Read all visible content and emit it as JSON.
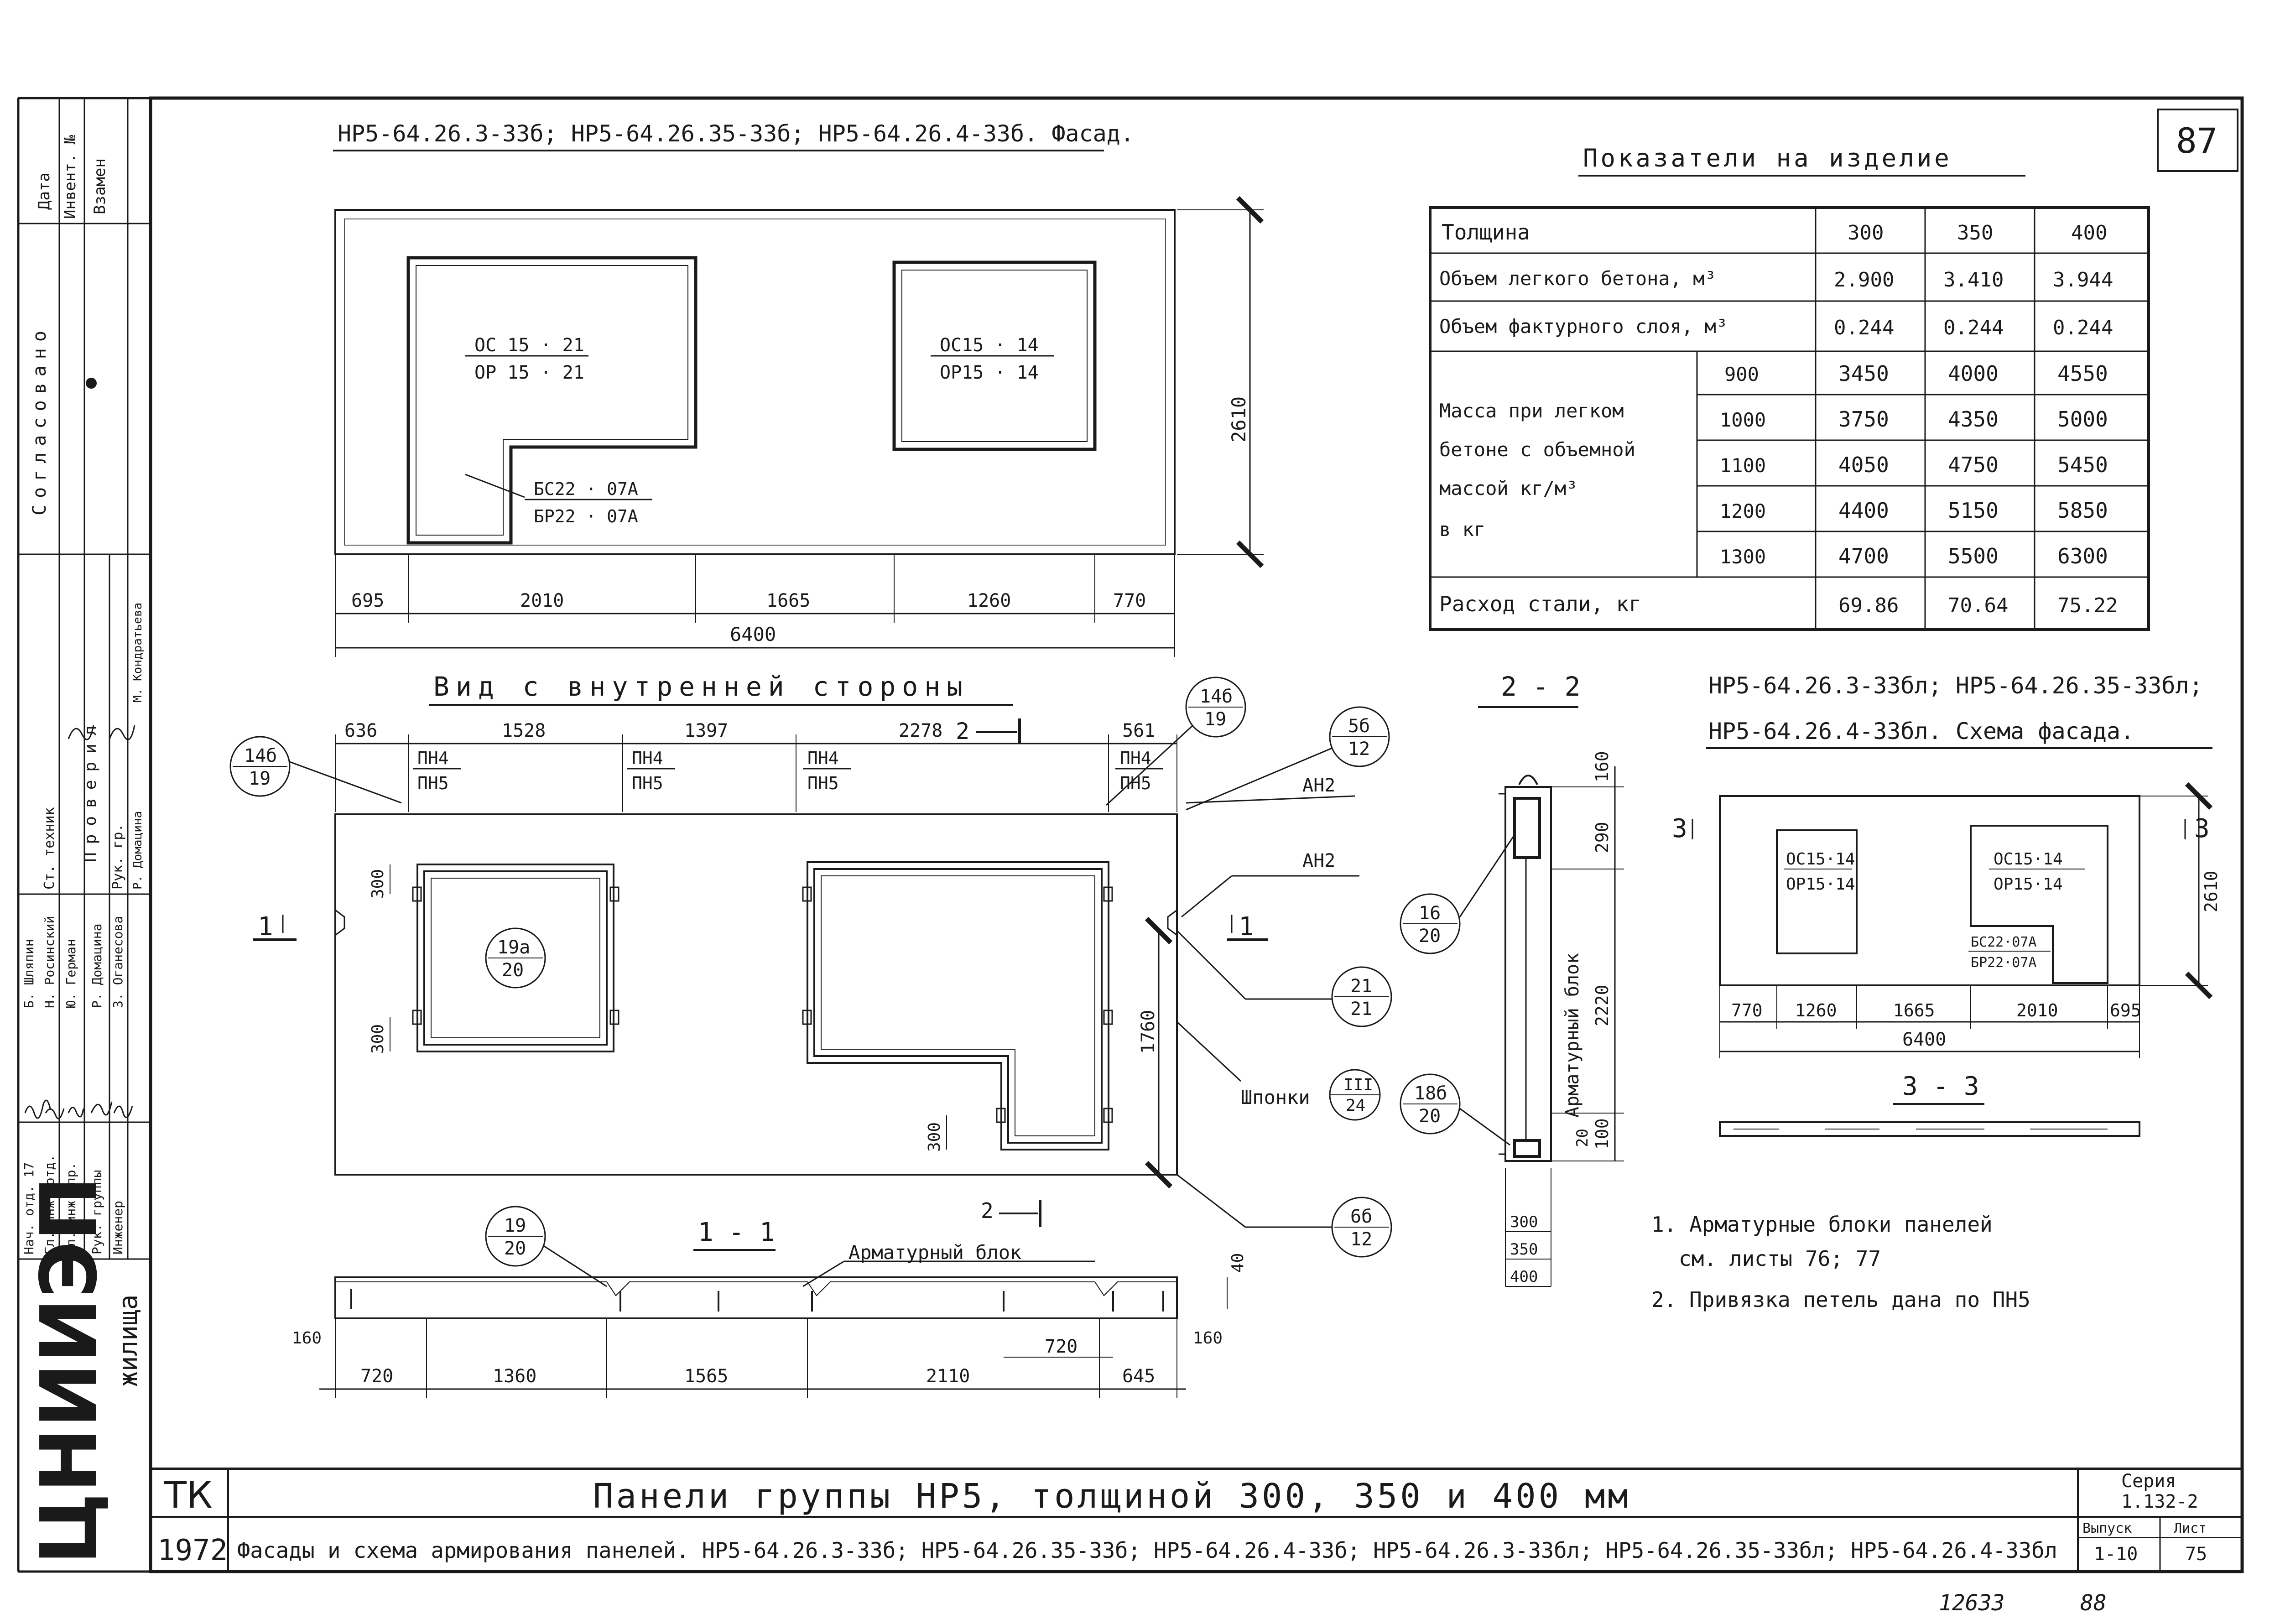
{
  "sheet_number": "87",
  "facade_title": "НР5-64.26.3-33б; НР5-64.26.35-33б; НР5-64.26.4-33б. Фасад.",
  "facade": {
    "window1": {
      "top": "ОС 15 · 21",
      "bottom": "ОР 15 · 21"
    },
    "window2": {
      "top": "ОС15 · 14",
      "bottom": "ОР15 · 14"
    },
    "door": {
      "top": "БС22 · 07А",
      "bottom": "БР22 · 07А"
    },
    "height": "2610",
    "dims": [
      "695",
      "2010",
      "1665",
      "1260",
      "770"
    ],
    "total": "6400"
  },
  "indicators": {
    "title": "Показатели на изделие",
    "headers": [
      "Толщина",
      "300",
      "350",
      "400"
    ],
    "light_concrete": {
      "label": "Объем легкого бетона, м³",
      "values": [
        "2.900",
        "3.410",
        "3.944"
      ]
    },
    "facing_layer": {
      "label": "Объем фактурного слоя, м³",
      "values": [
        "0.244",
        "0.244",
        "0.244"
      ]
    },
    "mass_label": [
      "Масса при легком",
      "бетоне с объемной",
      "массой кг/м³",
      "в кг"
    ],
    "mass_rows": [
      {
        "density": "900",
        "values": [
          "3450",
          "4000",
          "4550"
        ]
      },
      {
        "density": "1000",
        "values": [
          "3750",
          "4350",
          "5000"
        ]
      },
      {
        "density": "1100",
        "values": [
          "4050",
          "4750",
          "5450"
        ]
      },
      {
        "density": "1200",
        "values": [
          "4400",
          "5150",
          "5850"
        ]
      },
      {
        "density": "1300",
        "values": [
          "4700",
          "5500",
          "6300"
        ]
      }
    ],
    "steel": {
      "label": "Расход стали, кг",
      "values": [
        "69.86",
        "70.64",
        "75.22"
      ]
    }
  },
  "inner_view": {
    "title": "Вид с внутренней стороны",
    "top_dims": [
      "636",
      "1528",
      "1397",
      "2278",
      "561"
    ],
    "loops": [
      {
        "top": "ПН4",
        "bottom": "ПН5"
      },
      {
        "top": "ПН4",
        "bottom": "ПН5"
      },
      {
        "top": "ПН4",
        "bottom": "ПН5"
      },
      {
        "top": "ПН4",
        "bottom": "ПН5"
      }
    ],
    "section_mark_2": "2",
    "section_mark_1": "1",
    "an2": "АН2",
    "keys_label": "Шпонки",
    "dim_300_a": "300",
    "dim_300_b": "300",
    "dim_300_c": "300",
    "height": "1760",
    "callouts": {
      "c14b_left": {
        "top": "14б",
        "bottom": "19"
      },
      "c14b_right": {
        "top": "14б",
        "bottom": "19"
      },
      "c5b": {
        "top": "5б",
        "bottom": "12"
      },
      "c19a": {
        "top": "19а",
        "bottom": "20"
      },
      "c21": {
        "top": "21",
        "bottom": "21"
      },
      "cIII": {
        "top": "III",
        "bottom": "24"
      },
      "c6b": {
        "top": "6б",
        "bottom": "12"
      }
    }
  },
  "section_1": {
    "title": "1 - 1",
    "block_label": "Арматурный блок",
    "callout": {
      "top": "19",
      "bottom": "20"
    },
    "dims": [
      "720",
      "1360",
      "1565",
      "2110",
      "645"
    ],
    "inner_dim": "720",
    "left_h": "160",
    "right_h": "160",
    "top_h": "40"
  },
  "section_2": {
    "title": "2 - 2",
    "block_label": "Арматурный блок",
    "dims_v": [
      "160",
      "290",
      "2220",
      "100",
      "20"
    ],
    "callout_a": {
      "top": "16",
      "bottom": "20"
    },
    "callout_b": {
      "top": "18б",
      "bottom": "20"
    },
    "thickness": [
      "300",
      "350",
      "400"
    ]
  },
  "scheme": {
    "title_line1": "НР5-64.26.3-33бл; НР5-64.26.35-33бл;",
    "title_line2": "НР5-64.26.4-33бл. Схема фасада.",
    "window_a": {
      "top": "ОС15·14",
      "bottom": "ОР15·14"
    },
    "window_b": {
      "top": "ОС15·14",
      "bottom": "ОР15·14"
    },
    "door": {
      "top": "БС22·07А",
      "bottom": "БР22·07А"
    },
    "height": "2610",
    "dims": [
      "770",
      "1260",
      "1665",
      "2010",
      "695"
    ],
    "total": "6400",
    "mark3": "3",
    "section_title": "3 - 3"
  },
  "notes": [
    "1. Арматурные блоки панелей",
    "см. листы  76; 77",
    "2. Привязка петель дана по ПН5"
  ],
  "title_block": {
    "tk": "ТК",
    "year": "1972",
    "title": "Панели  группы  НР5,  толщиной  300, 350 и 400 мм",
    "subtitle": "Фасады и схема армирования панелей. НР5-64.26.3-33б; НР5-64.26.35-33б; НР5-64.26.4-33б; НР5-64.26.3-33бл; НР5-64.26.35-33бл; НР5-64.26.4-33бл",
    "seria_label": "Серия",
    "seria": "1.132-2",
    "vypusk_label": "Выпуск",
    "vypusk": "1-10",
    "list_label": "Лист",
    "list": "75",
    "org": "ЦНИИЭП",
    "org2": "жилища"
  },
  "left_strip": {
    "headers": [
      "Дата",
      "Инвент. №",
      "Взамен"
    ],
    "soglasovano": "Согласовано",
    "roles": [
      "Нач. отд. 17",
      "Гл. инж. отд.",
      "Гл. инж. пр.",
      "Рук. группы",
      "Инженер"
    ],
    "names": [
      "Б. Шляпин",
      "Н. Росинский",
      "Ю. Герман",
      "Р. Домацина",
      "З. Оганесова"
    ],
    "roles2": [
      "Ст. техник",
      "Рук. гр."
    ],
    "names2": [
      "М. Кондратьева",
      "Р. Домацина"
    ],
    "proveril": "Проверил"
  },
  "footer_numbers": [
    "12633",
    "88"
  ]
}
